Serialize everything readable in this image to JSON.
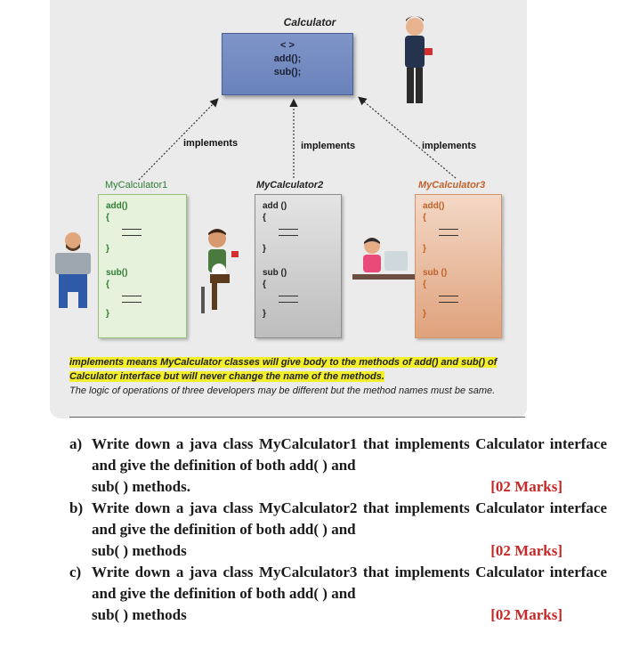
{
  "diagram": {
    "interface": {
      "title": "Calculator",
      "lines": [
        "< >",
        "add();",
        "sub();"
      ]
    },
    "implements_labels": [
      "implements",
      "implements",
      "implements"
    ],
    "classes": [
      {
        "name": "MyCalculator1",
        "add": "add()",
        "sub": "sub()",
        "open": "{",
        "close": "}"
      },
      {
        "name": "MyCalculator2",
        "add": "add ()",
        "sub": "sub ()",
        "open": "{",
        "close": "}"
      },
      {
        "name": "MyCalculator3",
        "add": "add()",
        "sub": "sub ()",
        "open": "{",
        "close": "}"
      }
    ],
    "note_highlight": "implements means MyCalculator classes will give body to the methods of add() and sub() of Calculator interface but will never change the name of the methods.",
    "note_text": "The logic of operations of three developers may be different but the method names must be same.",
    "colors": {
      "interface": "#6a82bb",
      "class1": "#2e7d32",
      "class3": "#c0612b",
      "highlight": "#f2ee2a"
    }
  },
  "questions": [
    {
      "label": "a)",
      "text": "Write down a java class MyCalculator1 that implements Calculator interface and give the definition of both add( ) and",
      "last": "sub( ) methods.",
      "marks": "[02 Marks]"
    },
    {
      "label": "b)",
      "text": "Write down a java class MyCalculator2 that implements Calculator interface and give the definition of both add( ) and",
      "last": "sub( ) methods",
      "marks": "[02 Marks]"
    },
    {
      "label": "c)",
      "text": "Write down a java class MyCalculator3 that implements Calculator interface and give the definition of both add( ) and",
      "last": "sub( ) methods",
      "marks": "[02 Marks]"
    }
  ]
}
